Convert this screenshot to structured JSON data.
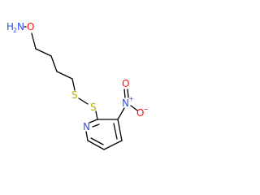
{
  "colors": {
    "background": "#ffffff",
    "bond": "#000000",
    "carbon": "#000000",
    "nitrogen": "#3050f8",
    "oxygen": "#ff0d0d",
    "sulfur": "#b2b200"
  },
  "labels": {
    "aminoxy_N": "H",
    "aminoxy_N_sub": "2",
    "aminoxy_N_tail": "N",
    "aminoxy_O": "O",
    "S1": "S",
    "S2": "S",
    "ring_N": "N",
    "nitro_N": "N",
    "nitro_plus": "+",
    "nitro_O_top": "O",
    "nitro_O_right": "O",
    "nitro_minus": "−"
  }
}
